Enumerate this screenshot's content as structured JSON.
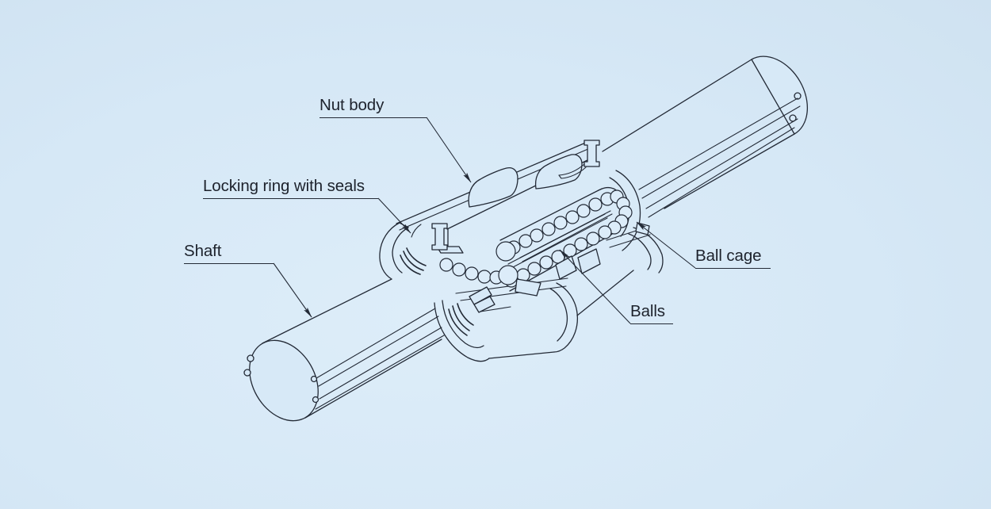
{
  "diagram": {
    "labels": [
      {
        "id": "nut-body",
        "text": "Nut body"
      },
      {
        "id": "locking-ring",
        "text": "Locking ring with seals"
      },
      {
        "id": "shaft",
        "text": "Shaft"
      },
      {
        "id": "ball-cage",
        "text": "Ball cage"
      },
      {
        "id": "balls",
        "text": "Balls"
      }
    ],
    "colors": {
      "background": "#d7e8f6",
      "line": "#232a36",
      "text": "#1d222c",
      "ball_fill": "#dcecf9"
    }
  }
}
